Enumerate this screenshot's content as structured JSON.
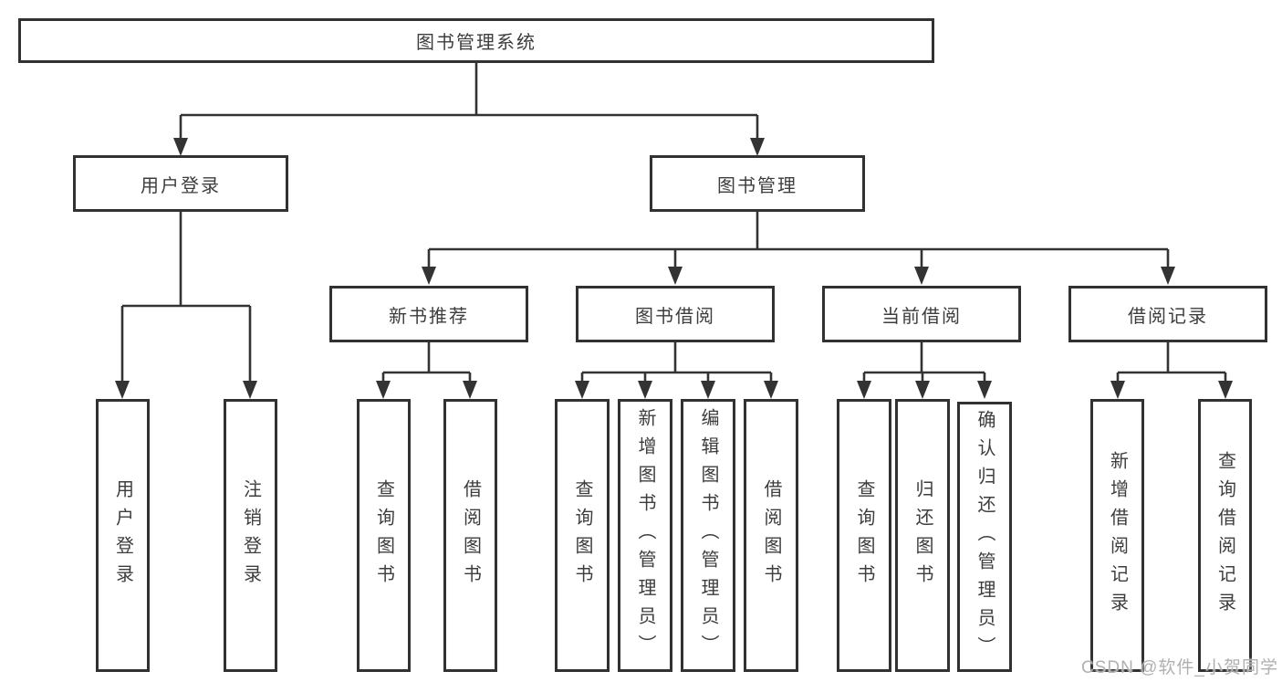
{
  "diagram": {
    "type": "hierarchy-tree",
    "title": "图书管理系统",
    "colors": {
      "line": "#333333",
      "box_border": "#323232",
      "text": "#3d3d3d",
      "background": "#ffffff",
      "watermark": "#b0b0b0"
    }
  },
  "tree": {
    "label": "图书管理系统",
    "children": [
      {
        "label": "用户登录",
        "children": [
          {
            "label": "用户登录"
          },
          {
            "label": "注销登录"
          }
        ]
      },
      {
        "label": "图书管理",
        "children": [
          {
            "label": "新书推荐",
            "children": [
              {
                "label": "查询图书"
              },
              {
                "label": "借阅图书"
              }
            ]
          },
          {
            "label": "图书借阅",
            "children": [
              {
                "label": "查询图书"
              },
              {
                "label": "新增图书（管理员）"
              },
              {
                "label": "编辑图书（管理员）"
              },
              {
                "label": "借阅图书"
              }
            ]
          },
          {
            "label": "当前借阅",
            "children": [
              {
                "label": "查询图书"
              },
              {
                "label": "归还图书"
              },
              {
                "label": "确认归还（管理员）"
              }
            ]
          },
          {
            "label": "借阅记录",
            "children": [
              {
                "label": "新增借阅记录"
              },
              {
                "label": "查询借阅记录"
              }
            ]
          }
        ]
      }
    ]
  },
  "watermark": {
    "text": "CSDN @软件_小贺同学"
  }
}
